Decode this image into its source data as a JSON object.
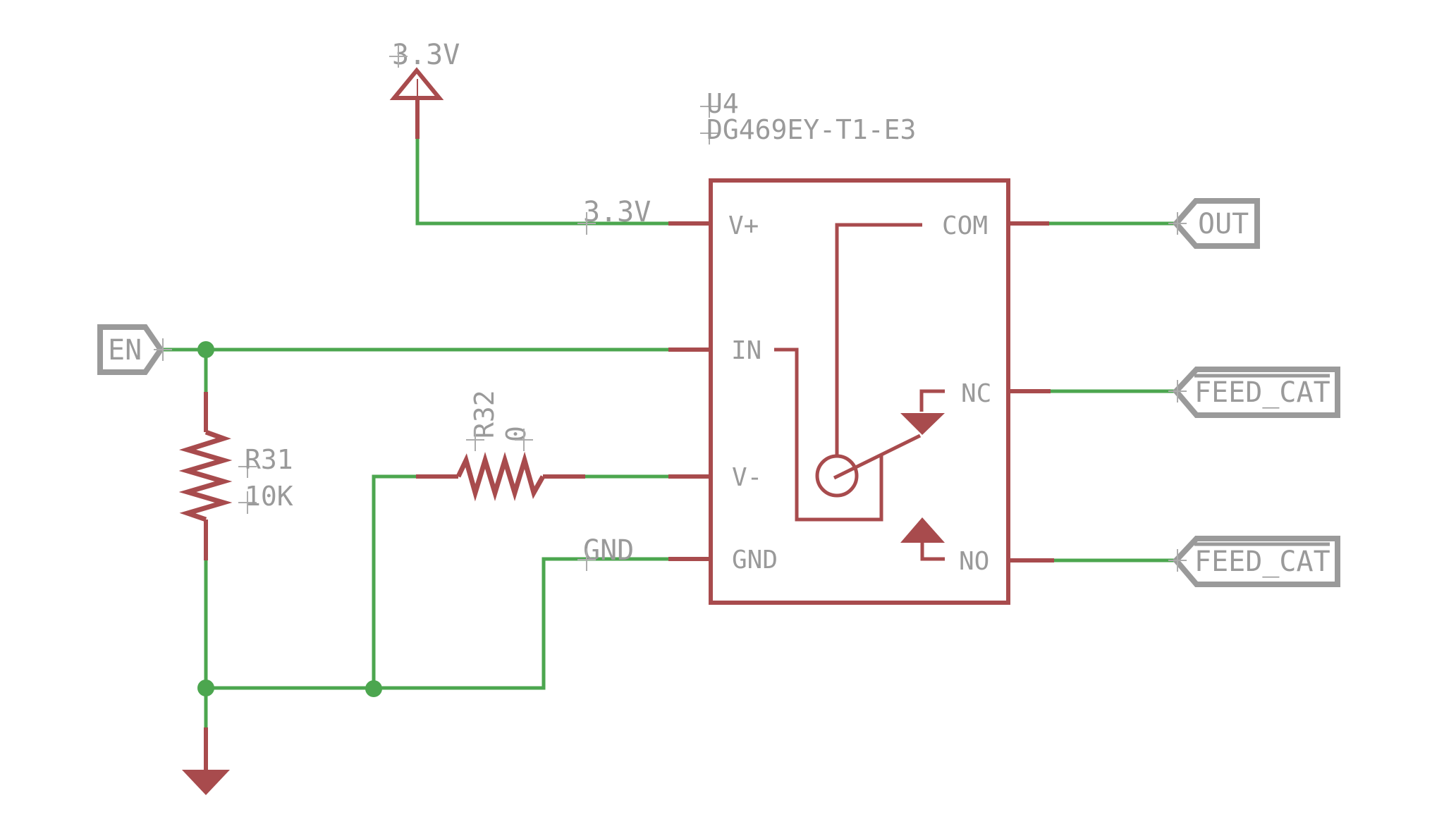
{
  "schematic": {
    "power_flag": {
      "label": "3.3V"
    },
    "nets": {
      "v33": "3.3V",
      "gnd": "GND"
    },
    "ic": {
      "refdes": "U4",
      "part": "DG469EY-T1-E3",
      "pins": {
        "vplus": "V+",
        "in": "IN",
        "vminus": "V-",
        "gnd": "GND",
        "com": "COM",
        "nc": "NC",
        "no": "NO"
      }
    },
    "resistors": {
      "r31": {
        "refdes": "R31",
        "value": "10K"
      },
      "r32": {
        "refdes": "R32",
        "value": "0"
      }
    },
    "flags": {
      "en": "EN",
      "out": "OUT",
      "feed_cat_nc": "FEED_CAT",
      "feed_cat_no": "FEED_CAT"
    },
    "colors": {
      "wire_green": "#4CA64F",
      "symbol_red": "#A84B4D",
      "label_gray": "#9A9A9A",
      "background": "#FFFFFF"
    }
  }
}
